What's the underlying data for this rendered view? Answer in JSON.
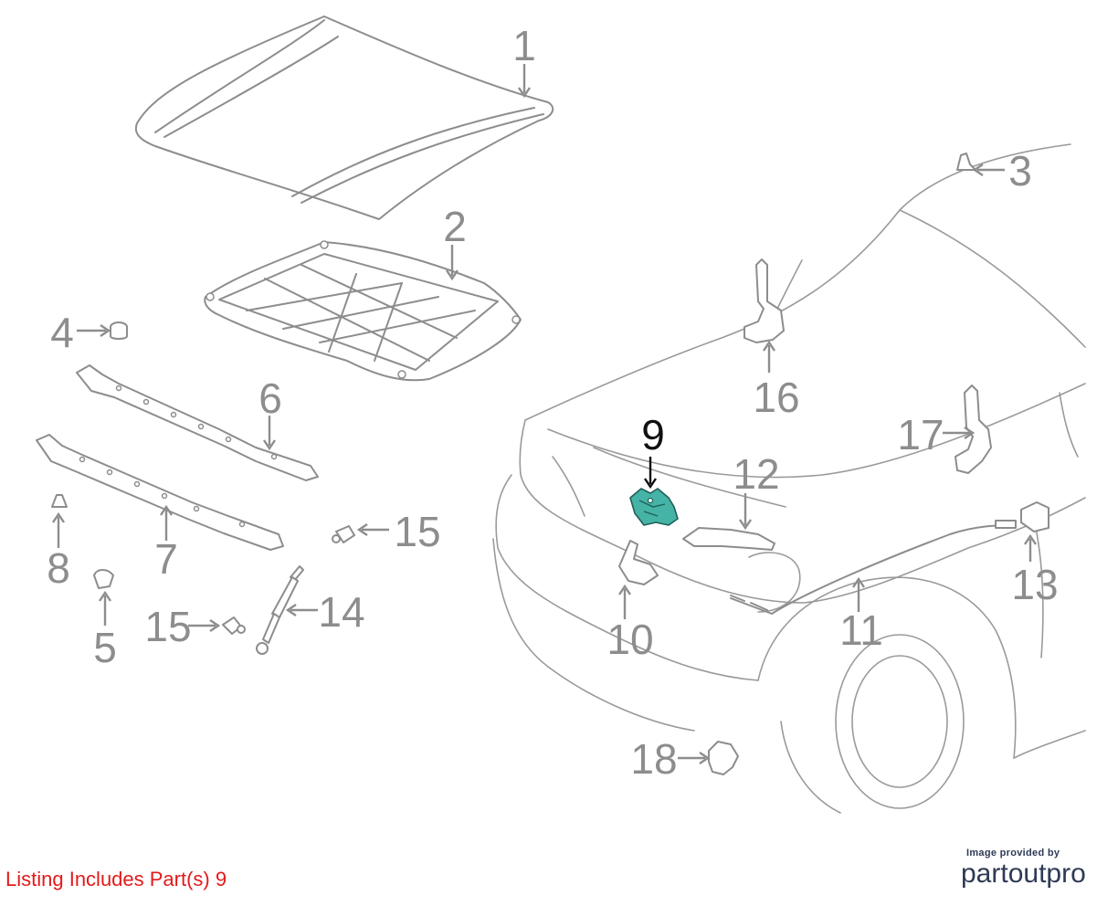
{
  "diagram": {
    "callouts": [
      "1",
      "2",
      "3",
      "4",
      "5",
      "6",
      "7",
      "8",
      "9",
      "10",
      "11",
      "12",
      "13",
      "14",
      "15",
      "15",
      "16",
      "17",
      "18"
    ],
    "highlighted_part": "9",
    "highlight_color": "#45b3a6"
  },
  "footer": {
    "listing_note": "Listing Includes Part(s) 9",
    "listing_color": "#e3191b",
    "credit_small": "Image provided by",
    "credit_brand": "partoutpro"
  }
}
